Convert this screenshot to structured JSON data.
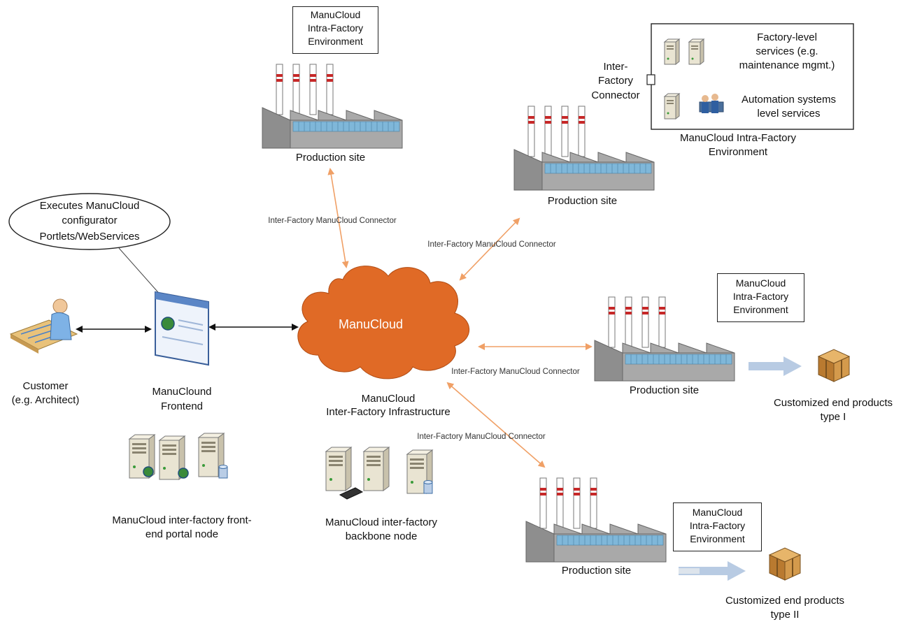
{
  "cloud": {
    "label": "ManuCloud"
  },
  "infra": {
    "line1": "ManuCloud",
    "line2": "Inter-Factory Infrastructure"
  },
  "oval": {
    "line1": "Executes ManuCloud",
    "line2": "configurator",
    "line3": "Portlets/WebServices"
  },
  "customer": {
    "line1": "Customer",
    "line2": "(e.g. Architect)"
  },
  "frontend": {
    "line1": "ManuClound",
    "line2": "Frontend"
  },
  "frontend_node": {
    "line1": "ManuCloud inter-factory front-",
    "line2": "end portal node"
  },
  "backbone_node": {
    "line1": "ManuCloud inter-factory",
    "line2": "backbone node"
  },
  "connector_label": "Inter-Factory ManuCloud Connector",
  "production_site": "Production site",
  "env_box": {
    "line1": "ManuCloud",
    "line2": "Intra-Factory",
    "line3": "Environment"
  },
  "detail": {
    "connector_line1": "Inter-",
    "connector_line2": "Factory",
    "connector_line3": "Connector",
    "factory_services_line1": "Factory-level",
    "factory_services_line2": "services (e.g.",
    "factory_services_line3": "maintenance mgmt.)",
    "automation_line1": "Automation systems",
    "automation_line2": "level services",
    "env_line1": "ManuCloud Intra-Factory",
    "env_line2": "Environment"
  },
  "products_1": {
    "line1": "Customized end products",
    "line2": "type I"
  },
  "products_2": {
    "line1": "Customized end products",
    "line2": "type II"
  },
  "colors": {
    "cloud": "#e06a26",
    "connector_arrow": "#f0a066",
    "flow_arrow": "#b8cbe3",
    "chimney_band": "#c62828"
  }
}
